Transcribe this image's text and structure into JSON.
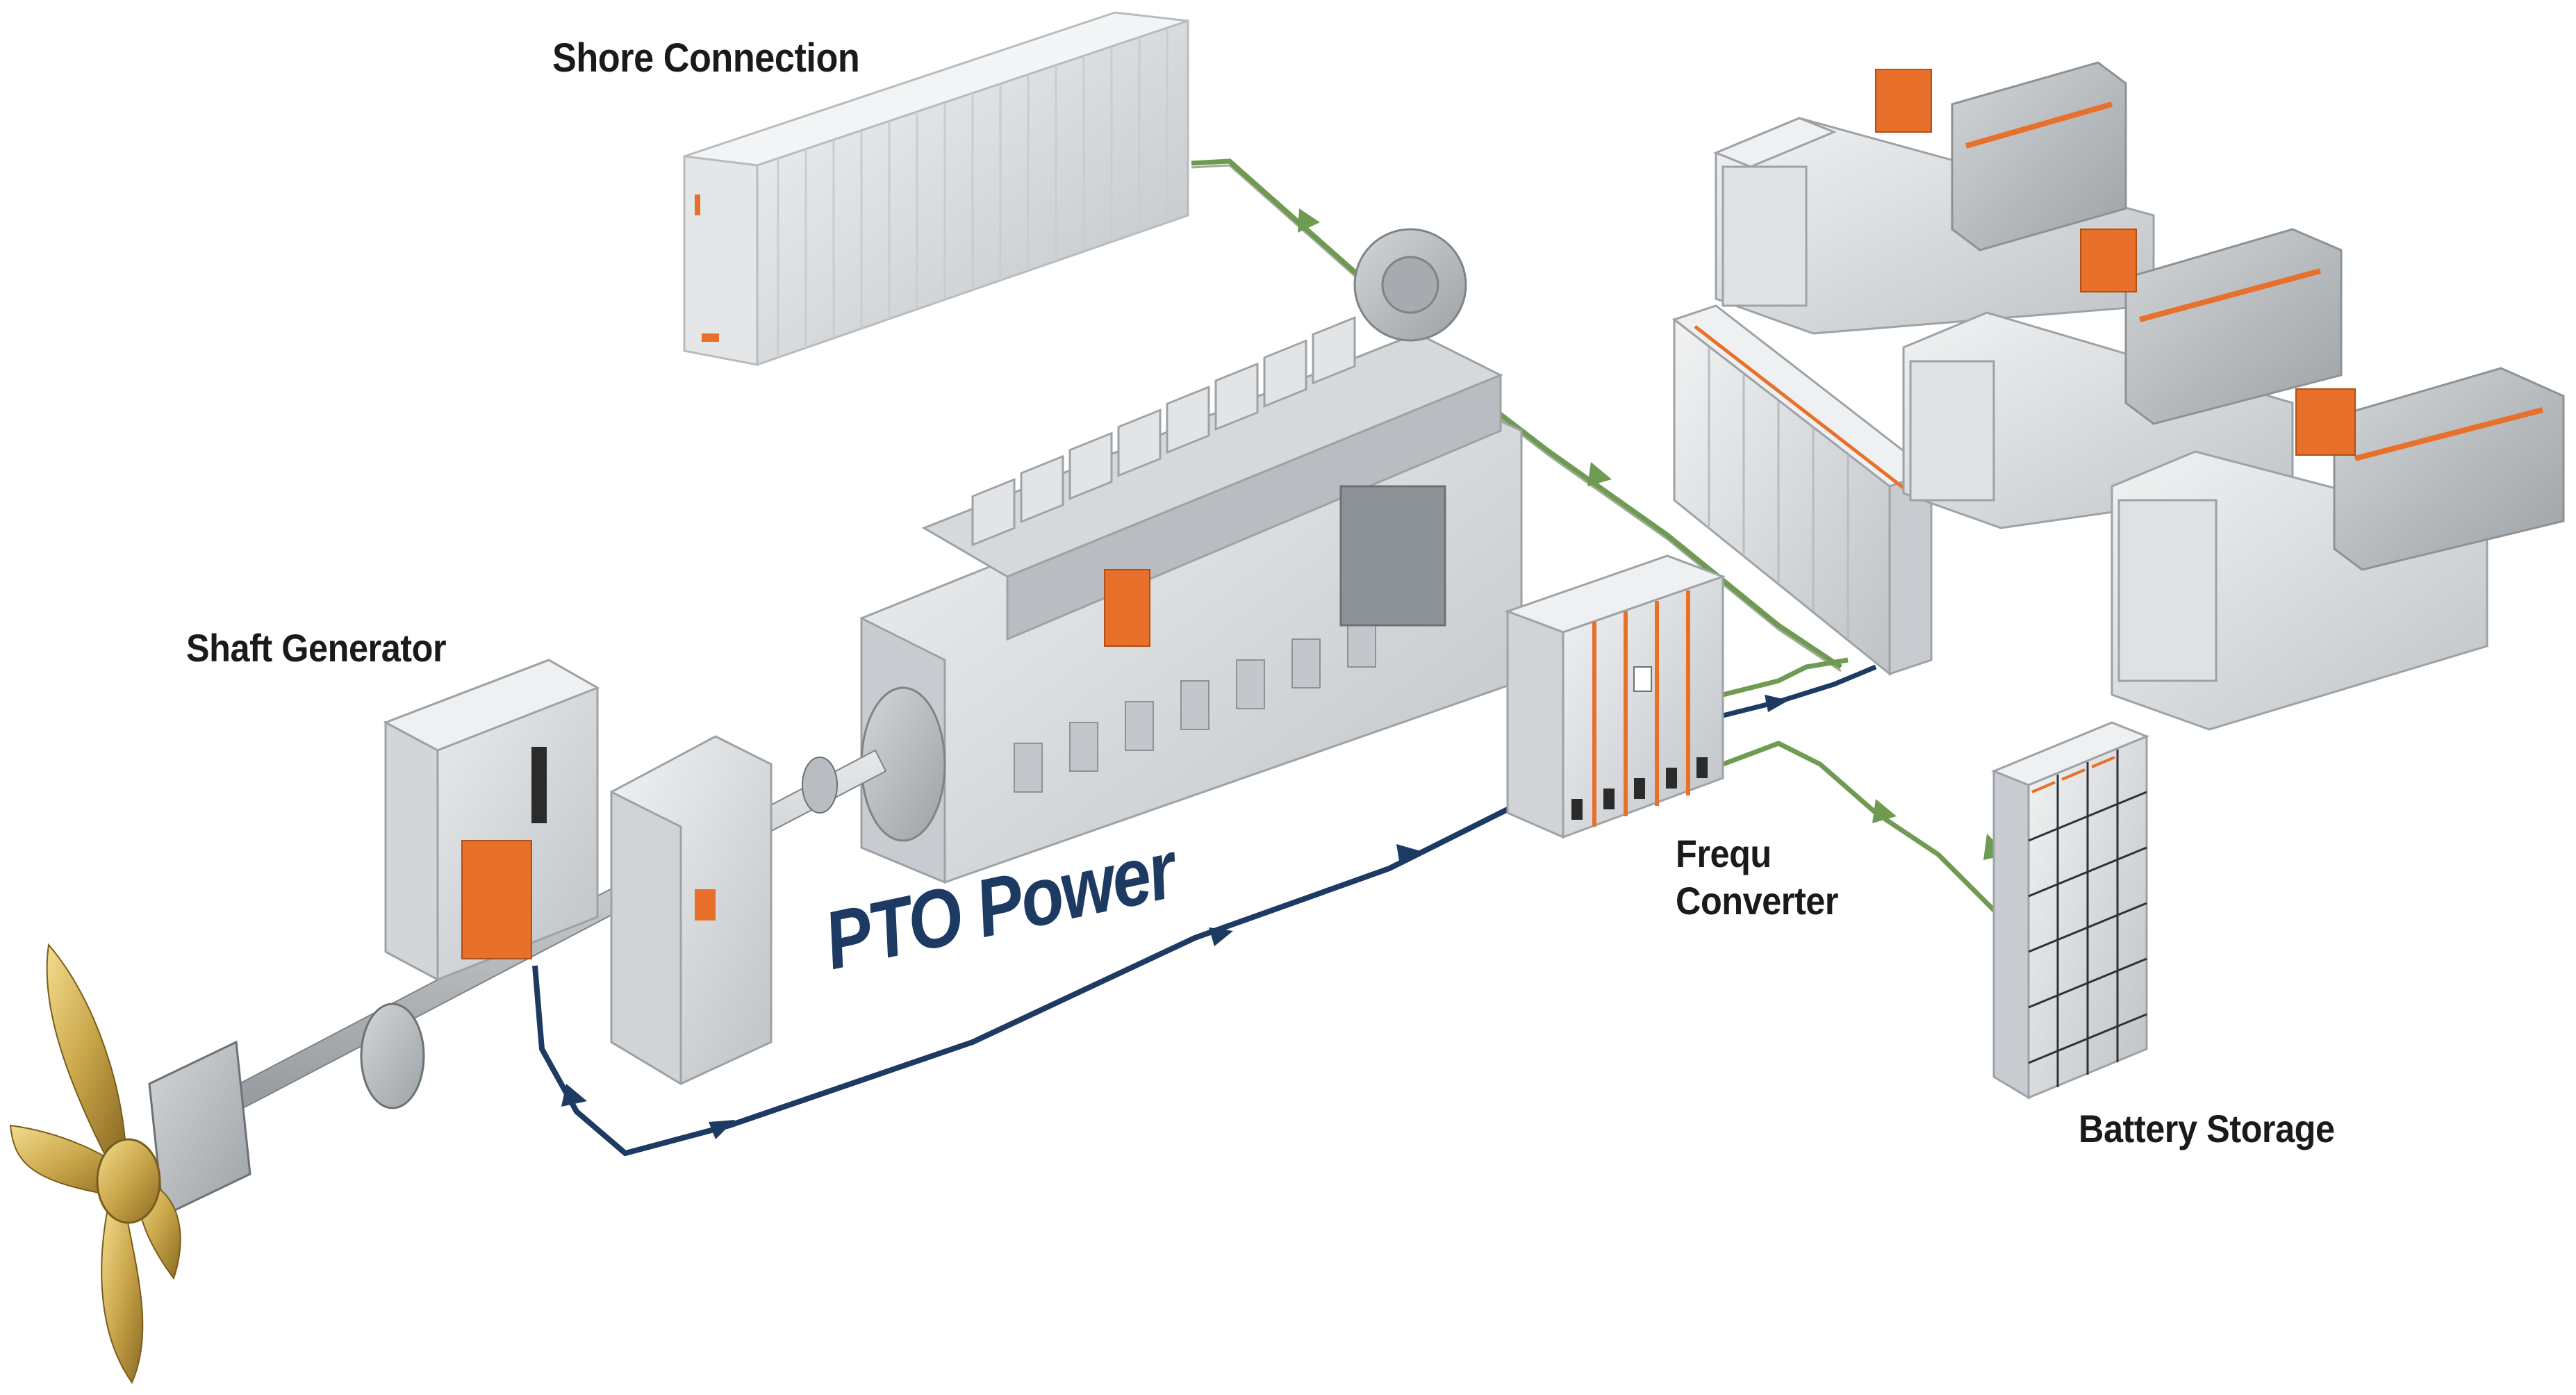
{
  "labels": {
    "shore_connection": "Shore Connection",
    "shaft_generator": "Shaft Generator",
    "frequency_converter_line1": "Frequ",
    "frequency_converter_line2": "Converter",
    "battery_storage": "Battery Storage",
    "pto_power": "PTO Power"
  },
  "colors": {
    "power_line_blue": "#1d3a63",
    "power_line_green": "#6f9a52",
    "accent_orange": "#e8702a",
    "machine_gray": "#d9dbdd",
    "propeller_gold": "#c9a64a"
  },
  "icons": {
    "flow_arrow": "arrow-head-icon"
  }
}
